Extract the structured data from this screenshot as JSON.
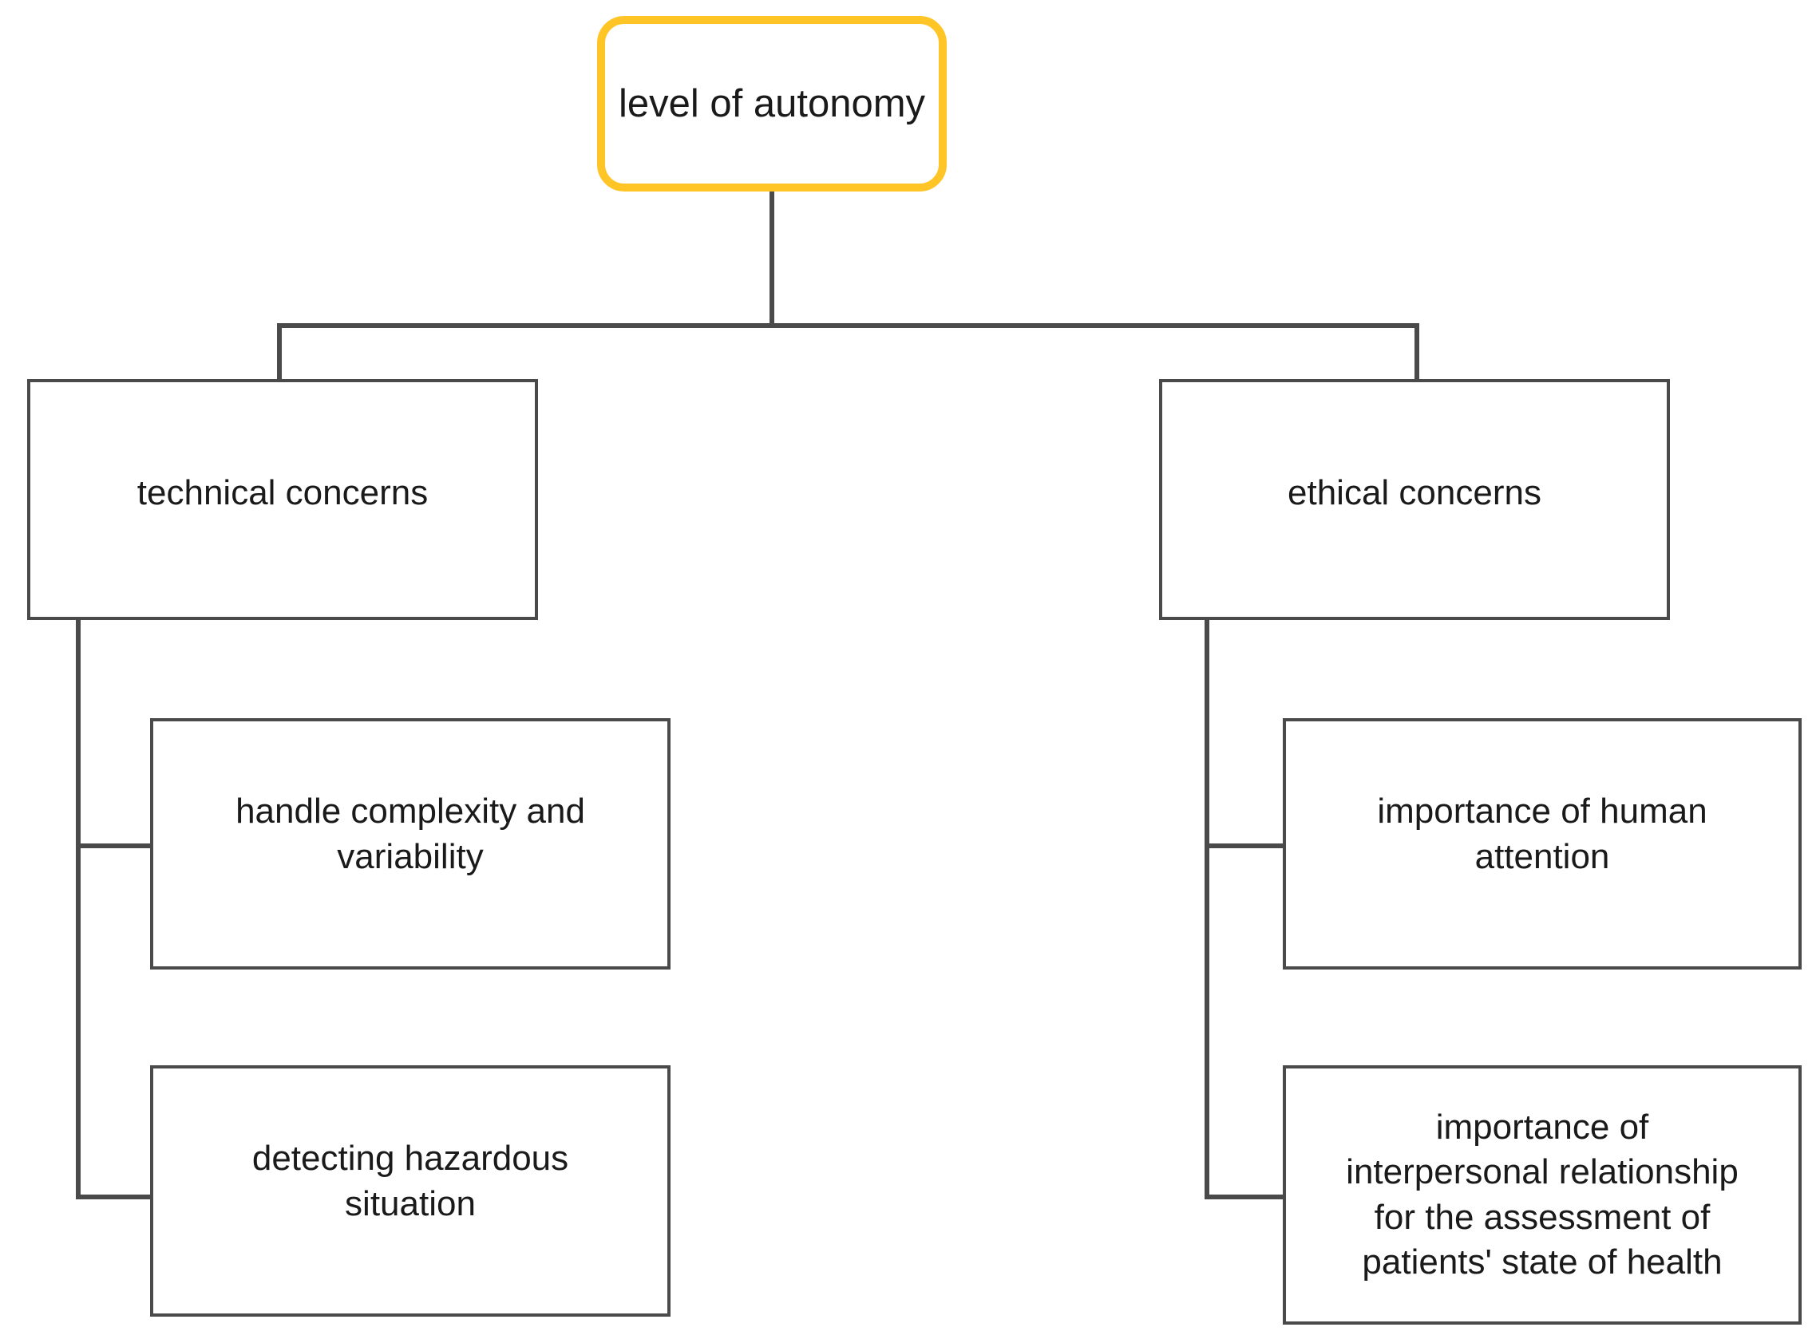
{
  "diagram": {
    "type": "tree",
    "title_node": "level of autonomy",
    "colors": {
      "root_border": "#FFC425",
      "node_border": "#4a4a4a",
      "connector": "#4a4a4a",
      "text": "#1a1a1a",
      "background": "#ffffff"
    },
    "nodes": {
      "root": {
        "label": "level of autonomy"
      },
      "technical": {
        "label": "technical concerns"
      },
      "ethical": {
        "label": "ethical concerns"
      },
      "handle": {
        "lines": [
          "handle complexity and",
          "variability"
        ]
      },
      "detecting": {
        "lines": [
          "detecting hazardous",
          "situation"
        ]
      },
      "attention": {
        "lines": [
          "importance of human",
          "attention"
        ]
      },
      "relationship": {
        "lines": [
          "importance of",
          "interpersonal relationship",
          "for the assessment of",
          "patients' state of health"
        ]
      }
    },
    "edges": [
      {
        "from": "root",
        "to": "technical"
      },
      {
        "from": "root",
        "to": "ethical"
      },
      {
        "from": "technical",
        "to": "handle"
      },
      {
        "from": "technical",
        "to": "detecting"
      },
      {
        "from": "ethical",
        "to": "attention"
      },
      {
        "from": "ethical",
        "to": "relationship"
      }
    ]
  }
}
